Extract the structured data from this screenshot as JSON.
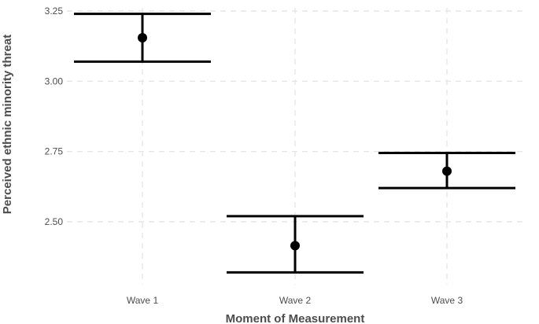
{
  "chart_data": {
    "type": "scatter",
    "subtype": "point-with-error-bars",
    "categories": [
      "Wave 1",
      "Wave 2",
      "Wave 3"
    ],
    "series": [
      {
        "values": [
          3.155,
          2.415,
          2.68
        ],
        "lower": [
          3.07,
          2.32,
          2.62
        ],
        "upper": [
          3.24,
          2.52,
          2.745
        ]
      }
    ],
    "xlabel": "Moment of Measurement",
    "ylabel": "Perceived ethnic minority threat",
    "yticks": [
      2.5,
      2.75,
      3.0,
      3.25
    ],
    "ytick_labels": [
      "2.50",
      "2.75",
      "3.00",
      "3.25"
    ],
    "ylim": [
      2.3,
      3.25
    ],
    "grid": true,
    "legend": "none",
    "colors": {
      "marks": "#000000",
      "grid": "#e6e6e6",
      "text": "#4d4d4d"
    }
  }
}
